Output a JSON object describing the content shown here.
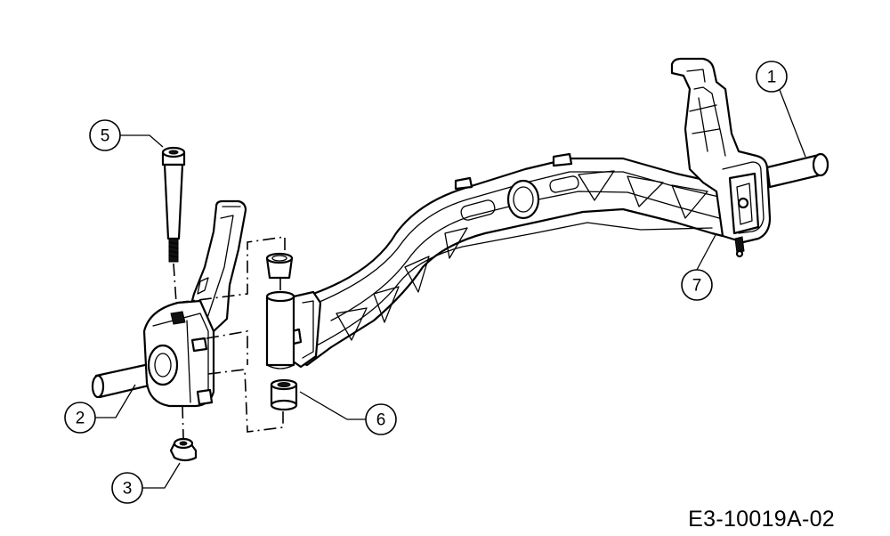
{
  "diagram": {
    "callouts": [
      {
        "label": "1",
        "part": "axle-frame"
      },
      {
        "label": "2",
        "part": "left-spindle"
      },
      {
        "label": "3",
        "part": "flange-nut"
      },
      {
        "label": "5",
        "part": "shoulder-bolt"
      },
      {
        "label": "6",
        "part": "bushing"
      },
      {
        "label": "7",
        "part": "grease-fitting"
      }
    ],
    "drawing_code": "E3-10019A-02"
  }
}
